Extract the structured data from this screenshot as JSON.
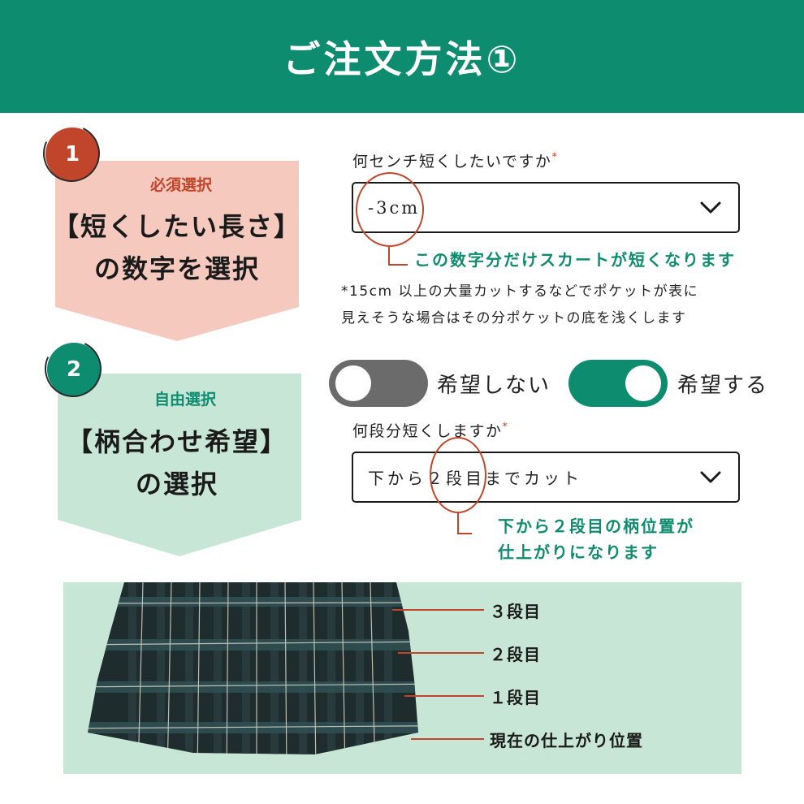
{
  "header": {
    "title": "ご注文方法①"
  },
  "colors": {
    "brand_green": "#0e8c6f",
    "accent_red": "#c0452a",
    "step1_bg": "#f6c9bf",
    "step2_bg": "#c8e6d6",
    "toggle_off": "#6b6b6b",
    "toggle_on": "#0e8c6f"
  },
  "step1": {
    "number": "1",
    "badge_color": "#c0452a",
    "sub_label": "必須選択",
    "title_line1": "【短くしたい長さ】",
    "title_line2": "の数字を選択",
    "field_label": "何センチ短くしたいですか",
    "required_mark": "*",
    "select_value": "-3cm",
    "select_icon": "chevron-down-icon",
    "callout": "この数字分だけスカートが短くなります",
    "footnote_line1": "*15cm 以上の大量カットするなどでポケットが表に",
    "footnote_line2": "見えそうな場合はその分ポケットの底を浅くします"
  },
  "step2": {
    "number": "2",
    "badge_color": "#0e8c6f",
    "sub_label": "自由選択",
    "title_line1": "【柄合わせ希望】",
    "title_line2": "の選択",
    "toggle_off_label": "希望しない",
    "toggle_on_label": "希望する",
    "field_label": "何段分短くしますか",
    "required_mark": "*",
    "select_value": "下から２段目までカット",
    "select_icon": "chevron-down-icon",
    "callout_line1": "下から２段目の柄位置が",
    "callout_line2": "仕上がりになります"
  },
  "skirt_diagram": {
    "tiers": [
      {
        "label": "３段目"
      },
      {
        "label": "２段目"
      },
      {
        "label": "１段目"
      },
      {
        "label": "現在の仕上がり位置"
      }
    ]
  }
}
